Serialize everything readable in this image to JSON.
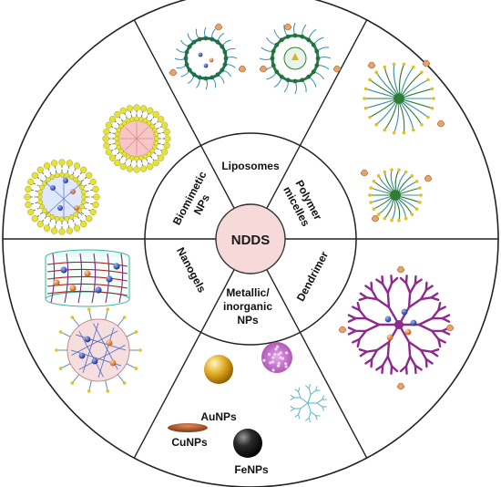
{
  "center": {
    "label": "NDDS"
  },
  "sections": [
    {
      "id": "liposomes",
      "label": "Liposomes"
    },
    {
      "id": "polymer-micelles",
      "label_line1": "Polymer",
      "label_line2": "micelles"
    },
    {
      "id": "dendrimer",
      "label": "Dendrimer"
    },
    {
      "id": "metallic",
      "label_line1": "Metallic/",
      "label_line2": "inorganic",
      "label_line3": "NPs"
    },
    {
      "id": "nanogels",
      "label": "Nanogels"
    },
    {
      "id": "biomimetic",
      "label_line1": "Biomimetic",
      "label_line2": "NPs"
    }
  ],
  "nanoparticles": [
    {
      "id": "au",
      "label": "AuNPs",
      "color": "#d4a017"
    },
    {
      "id": "cu",
      "label": "CuNPs",
      "color": "#8a3b12"
    },
    {
      "id": "fe",
      "label": "FeNPs",
      "color": "#1a1a1a"
    }
  ],
  "colors": {
    "center_fill": "#f6d9d9",
    "liposome_head": "#e6e236",
    "micelle_core": "#2e7d32",
    "dendrimer": "#8e2a8e",
    "nanogel_net": "#b22222",
    "drug_blue": "#2a3e9c",
    "drug_orange": "#e07b2a"
  }
}
